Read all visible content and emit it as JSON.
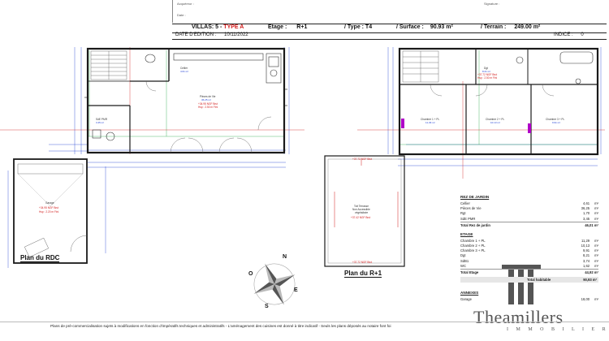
{
  "header": {
    "acquereur_label": "Acquéreur :",
    "date_label": "Date :",
    "signature_label": "Signature :",
    "villas_label": "VILLAS: 5 -",
    "type_label": "TYPE A",
    "etage_label": "Etage :",
    "etage_value": "R+1",
    "type_t_label": "/ Type : T4",
    "surface_label": "/ Surface :",
    "surface_value": "90.93 m²",
    "terrain_label": "/ Terrain :",
    "terrain_value": "249.00 m²",
    "date_edition_label": "DATE D'EDITION :",
    "date_edition_value": "10/11/2022",
    "indice_label": "INDICE :",
    "indice_value": "0"
  },
  "plans": {
    "rdc_title": "Plan du RDC",
    "r1_title": "Plan du R+1"
  },
  "rooms": {
    "cellier": "Cellier",
    "cellier_area": "4.61 m²",
    "piece_vie": "Pièces de Vie",
    "piece_vie_area": "36.25 m²",
    "piece_vie_ngf": "+34.95 NGF Brut",
    "piece_vie_hsp": "Hsp : 2.50 m Fini",
    "sde": "SdE PMR",
    "sde_area": "3.45 m²",
    "garage": "Garage",
    "garage_ngf": "+34.95 NGF Brut",
    "garage_hsp": "Hsp : 2.20 m Fini",
    "dgt": "Dgt",
    "dgt_area": "8.21 m²",
    "dgt_ngf": "+37.72 NGF Brut",
    "dgt_hsp": "Hsp : 2.50 m Fini",
    "ch1": "Chambre 1 + PL",
    "ch1_area": "11.29 m²",
    "ch2": "Chambre 2 + PL",
    "ch2_area": "10.13 m²",
    "ch3": "Chambre 3 + PL",
    "ch3_area": "9.91 m²",
    "terrasse": "Toit Terrasse",
    "terrasse_sub": "Non Accessible",
    "terrasse_sub2": "végétalisée",
    "terrasse_ngf": "+37.42 NGF Brut",
    "terrasse_top": "+37.72 NGF Brut",
    "terrasse_bot": "+37.72 NGF Brut"
  },
  "table": {
    "rdc_heading": "REZ DE JARDIN",
    "rdc_rows": [
      {
        "label": "Cellier",
        "value": "4,61",
        "unit": "m²"
      },
      {
        "label": "Pièces de Vie",
        "value": "36,25",
        "unit": "m²"
      },
      {
        "label": "Rgt",
        "value": "1,70",
        "unit": "m²"
      },
      {
        "label": "SdE PMR",
        "value": "3,45",
        "unit": "m²"
      }
    ],
    "rdc_total_label": "Total Rez de jardin",
    "rdc_total_value": "46,01",
    "etage_heading": "ETAGE",
    "etage_rows": [
      {
        "label": "Chambre 1 + PL",
        "value": "11,29",
        "unit": "m²"
      },
      {
        "label": "Chambre 2 + PL",
        "value": "10,13",
        "unit": "m²"
      },
      {
        "label": "Chambre 3 + PL",
        "value": "9,91",
        "unit": "m²"
      },
      {
        "label": "Dgt",
        "value": "8,21",
        "unit": "m²"
      },
      {
        "label": "SdB1",
        "value": "3,74",
        "unit": "m²"
      },
      {
        "label": "WC",
        "value": "1,62",
        "unit": "m²"
      }
    ],
    "etage_total_label": "Total Etage",
    "etage_total_value": "44,92",
    "habitable_label": "Total habitable",
    "habitable_value": "90,93",
    "annexes_heading": "ANNEXES",
    "annexe_rows": [
      {
        "label": "Garage",
        "value": "18,00",
        "unit": "m²"
      }
    ],
    "unit": "m²"
  },
  "logo": {
    "name": "Theamillers",
    "sub": "I M M O B I L I E R"
  },
  "compass": {
    "n": "N",
    "e": "E",
    "s": "S",
    "o": "O"
  },
  "footer": {
    "text": "Plans de pré-commercialisation sujets à modifications en fonction d'impératifs techniques et administratifs - L'aménagement des cuisines est donné à titre indicatif - Seuls les plans déposés au notaire font foi"
  },
  "colors": {
    "wall": "#1a1a1a",
    "dimension": "#1a3ad2",
    "green_line": "#2aa84a",
    "red_line": "#d21a1a",
    "magenta": "#b000c8",
    "accent": "#d21a1a"
  }
}
